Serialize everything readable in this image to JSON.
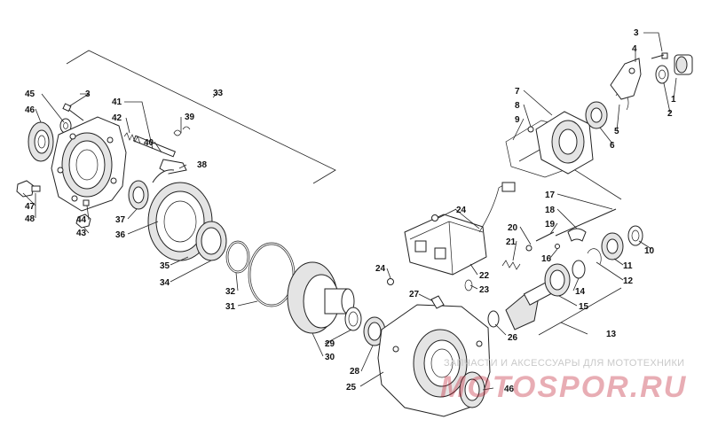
{
  "callouts": [
    "1",
    "2",
    "3",
    "4",
    "5",
    "6",
    "7",
    "8",
    "9",
    "10",
    "11",
    "12",
    "13",
    "14",
    "15",
    "16",
    "17",
    "18",
    "19",
    "20",
    "21",
    "22",
    "23",
    "24",
    "25",
    "26",
    "27",
    "28",
    "29",
    "30",
    "31",
    "32",
    "33",
    "34",
    "35",
    "36",
    "37",
    "38",
    "39",
    "40",
    "41",
    "42",
    "43",
    "44",
    "45",
    "46",
    "47",
    "48"
  ],
  "watermark": {
    "text": "ЗАПЧАСТИ И АКСЕССУАРЫ ДЛЯ МОТОТЕХНИКИ",
    "logo": "MOTOSPOR.RU"
  }
}
